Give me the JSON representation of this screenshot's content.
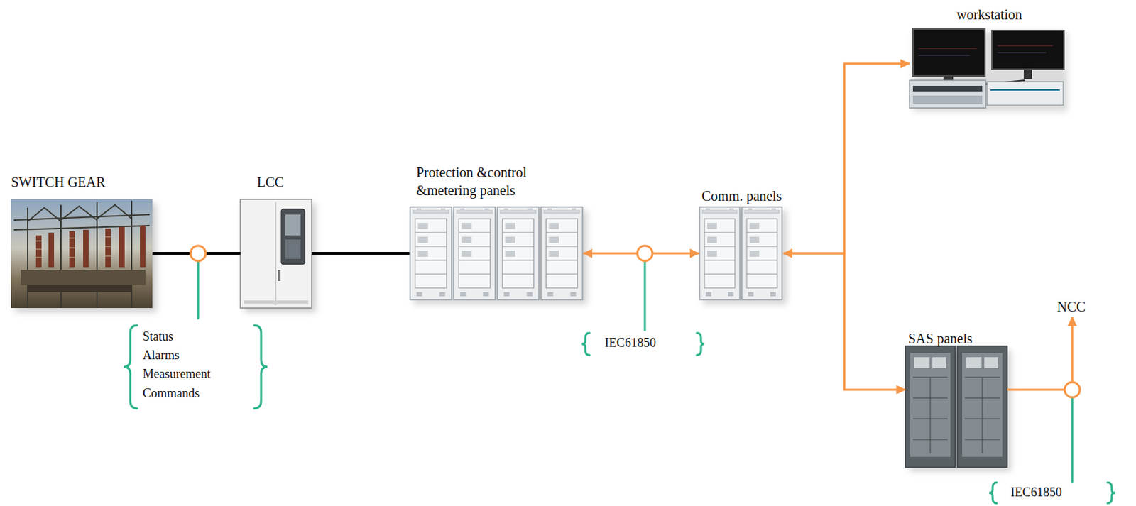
{
  "diagram": {
    "nodes": [
      {
        "text": [
          "SWITCH GEAR"
        ]
      },
      {
        "text": [
          "LCC"
        ]
      },
      {
        "text": [
          "Protection &control &metering panels"
        ]
      },
      {
        "text": [
          "Comm. panels"
        ]
      },
      {
        "text": [
          "workstation"
        ]
      },
      {
        "text": [
          "SAS panels"
        ]
      },
      {
        "text": [
          "NCC"
        ]
      }
    ],
    "edges": [
      {
        "from": 0,
        "to": 1,
        "arrow": "none"
      },
      {
        "from": 1,
        "to": 2,
        "arrow": "none"
      },
      {
        "from": 2,
        "to": 3,
        "arrow": "both"
      },
      {
        "from": 3,
        "to": 4,
        "arrow": "both"
      },
      {
        "from": 3,
        "to": 5,
        "arrow": "both"
      },
      {
        "from": 5,
        "to": 6,
        "arrow": "to"
      }
    ],
    "labels": [
      "Status",
      "Alarms",
      "Measurement",
      "Commands",
      "IEC61850",
      "IEC61850"
    ]
  }
}
